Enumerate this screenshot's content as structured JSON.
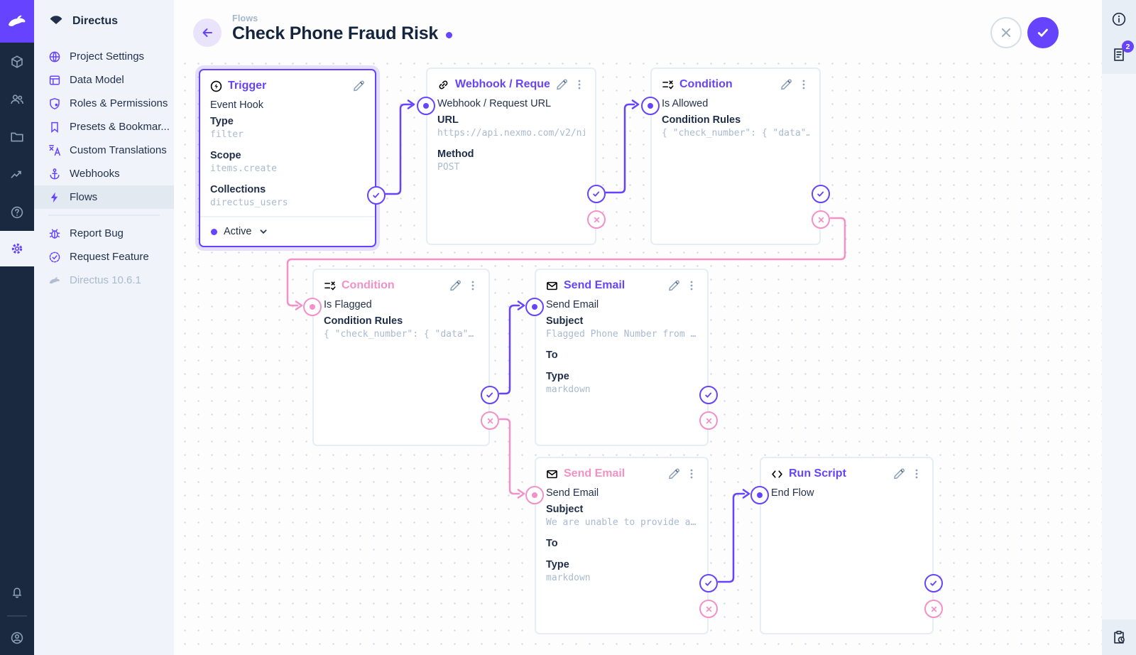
{
  "colors": {
    "brand": "#6644ff",
    "reject_pink": "#f391c6",
    "module_bar_bg": "#1a2940",
    "sidebar_bg": "#f0f4fa"
  },
  "sidebar": {
    "project_name": "Directus",
    "items": [
      {
        "icon": "globe-icon",
        "label": "Project Settings"
      },
      {
        "icon": "table-icon",
        "label": "Data Model"
      },
      {
        "icon": "shield-icon",
        "label": "Roles & Permissions"
      },
      {
        "icon": "bookmark-icon",
        "label": "Presets & Bookmar..."
      },
      {
        "icon": "translate-icon",
        "label": "Custom Translations"
      },
      {
        "icon": "anchor-icon",
        "label": "Webhooks"
      },
      {
        "icon": "bolt-icon",
        "label": "Flows",
        "active": true
      }
    ],
    "footer_items": [
      {
        "icon": "bug-icon",
        "label": "Report Bug"
      },
      {
        "icon": "seal-check-icon",
        "label": "Request Feature"
      }
    ],
    "version": "Directus 10.6.1"
  },
  "header": {
    "breadcrumb": "Flows",
    "title": "Check Phone Fraud Risk",
    "unsaved_indicator": true
  },
  "right_sidebar": {
    "badge_count": "2"
  },
  "flow": {
    "panels": {
      "trigger": {
        "title": "Trigger",
        "name": "Event Hook",
        "fields": [
          {
            "label": "Type",
            "value": "filter"
          },
          {
            "label": "Scope",
            "value": "items.create"
          },
          {
            "label": "Collections",
            "value": "directus_users"
          }
        ],
        "status": "Active",
        "selected": true
      },
      "webhook": {
        "title": "Webhook / Request URL",
        "name": "Webhook / Request URL",
        "fields": [
          {
            "label": "URL",
            "value": "https://api.nexmo.com/v2/ni"
          },
          {
            "label": "Method",
            "value": "POST"
          }
        ]
      },
      "condition_allowed": {
        "title": "Condition",
        "name": "Is Allowed",
        "fields": [
          {
            "label": "Condition Rules",
            "value": "{ \"check_number\": { \"data\"…"
          }
        ]
      },
      "condition_flagged": {
        "title": "Condition",
        "name": "Is Flagged",
        "fields": [
          {
            "label": "Condition Rules",
            "value": "{ \"check_number\": { \"data\"…"
          }
        ]
      },
      "send_email_flagged": {
        "title": "Send Email",
        "name": "Send Email",
        "fields": [
          {
            "label": "Subject",
            "value": "Flagged Phone Number from …"
          },
          {
            "label": "To",
            "value": ""
          },
          {
            "label": "Type",
            "value": "markdown"
          }
        ]
      },
      "send_email_unable": {
        "title": "Send Email",
        "name": "Send Email",
        "fields": [
          {
            "label": "Subject",
            "value": "We are unable to provide a…"
          },
          {
            "label": "To",
            "value": ""
          },
          {
            "label": "Type",
            "value": "markdown"
          }
        ]
      },
      "run_script": {
        "title": "Run Script",
        "name": "End Flow",
        "fields": []
      }
    }
  }
}
